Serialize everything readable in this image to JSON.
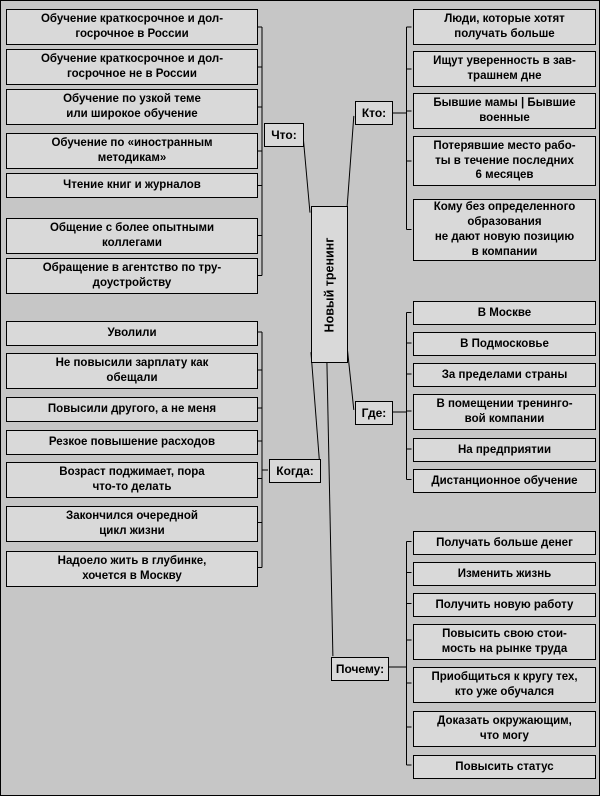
{
  "diagram": {
    "center_label": "Новый тренинг",
    "colors": {
      "background": "#c6c6c6",
      "node_fill": "#d9d9d9",
      "border": "#000000"
    },
    "branches": {
      "what": {
        "label": "Что:",
        "items": [
          "Обучение краткосрочное и дол-\nгосрочное в России",
          "Обучение краткосрочное и дол-\nгосрочное не в России",
          "Обучение по узкой теме\nили широкое обучение",
          "Обучение по «иностранным\nметодикам»",
          "Чтение книг и журналов",
          "Общение с более опытными\nколлегами",
          "Обращение в агентство по тру-\nдоустройству"
        ]
      },
      "when": {
        "label": "Когда:",
        "items": [
          "Уволили",
          "Не повысили зарплату как\nобещали",
          "Повысили другого, а не меня",
          "Резкое повышение расходов",
          "Возраст поджимает, пора\nчто-то делать",
          "Закончился очередной\nцикл жизни",
          "Надоело жить в глубинке,\nхочется в Москву"
        ]
      },
      "who": {
        "label": "Кто:",
        "items": [
          "Люди, которые хотят\nполучать больше",
          "Ищут уверенность в зав-\nтрашнем дне",
          "Бывшие мамы | Бывшие\nвоенные",
          "Потерявшие место рабо-\nты в течение последних\n6 месяцев",
          "Кому без определенного\nобразования\nне дают новую позицию\nв компании"
        ]
      },
      "where": {
        "label": "Где:",
        "items": [
          "В Москве",
          "В Подмосковье",
          "За пределами страны",
          "В помещении тренинго-\nвой компании",
          "На предприятии",
          "Дистанционное обучение"
        ]
      },
      "why": {
        "label": "Почему:",
        "items": [
          "Получать больше денег",
          "Изменить жизнь",
          "Получить новую работу",
          "Повысить свою стои-\nмость на рынке труда",
          "Приобщиться к кругу тех,\nкто уже обучался",
          "Доказать окружающим,\nчто могу",
          "Повысить статус"
        ]
      }
    }
  }
}
